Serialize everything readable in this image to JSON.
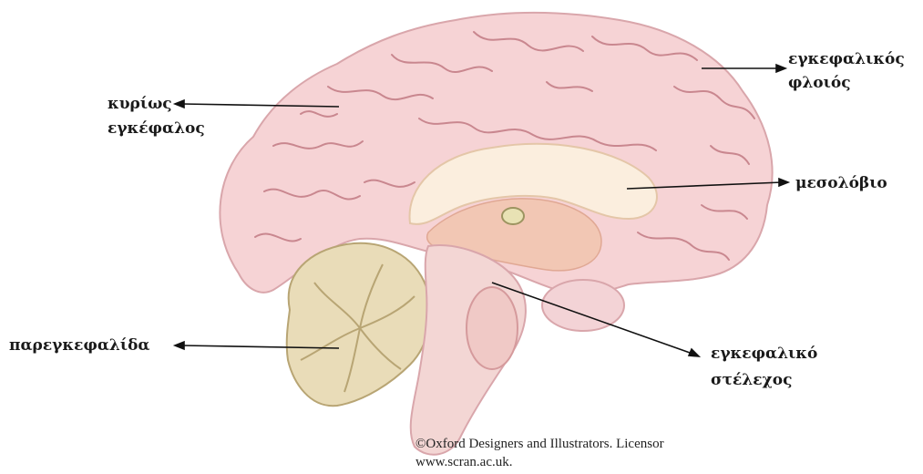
{
  "labels": {
    "kyrios": {
      "line1": "κυρίως",
      "line2": "εγκέφαλος"
    },
    "flloios": {
      "line1": "εγκεφαλικός",
      "line2": "φλοιός"
    },
    "mesolobio": {
      "line1": "μεσολόβιο"
    },
    "paregkefalida": {
      "line1": "παρεγκεφαλίδα"
    },
    "stelexos": {
      "line1": "εγκεφαλικό",
      "line2": "στέλεχος"
    }
  },
  "credit": {
    "line1": "©Oxford Designers and Illustrators. Licensor",
    "line2": "www.scran.ac.uk."
  },
  "colors": {
    "cortex": "#f6d3d5",
    "cortex_outline": "#d9a6ab",
    "sulci": "#c9878f",
    "corpus_callosum": "#fbeede",
    "ventricle": "#f2c7b4",
    "cerebellum": "#e9dcb8",
    "cerebellum_lines": "#b8a574",
    "brainstem": "#f3d6d4",
    "arrow": "#111111"
  }
}
